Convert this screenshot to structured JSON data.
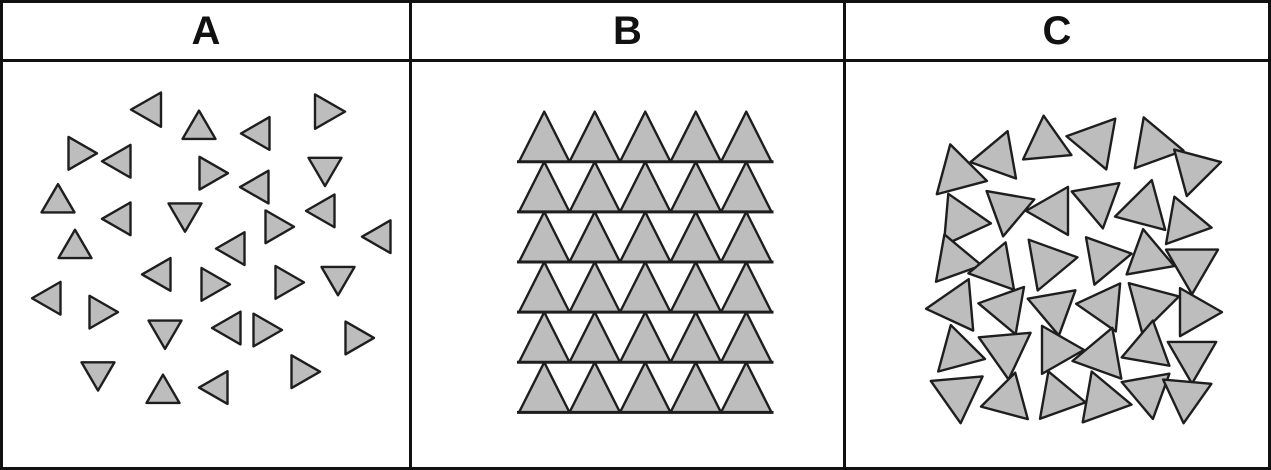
{
  "columns": [
    {
      "label": "A"
    },
    {
      "label": "B"
    },
    {
      "label": "C"
    }
  ],
  "colors": {
    "triangle_fill": "#bdbdbd",
    "triangle_stroke": "#1e1e1e",
    "border": "#111111",
    "background": "#ffffff"
  }
}
